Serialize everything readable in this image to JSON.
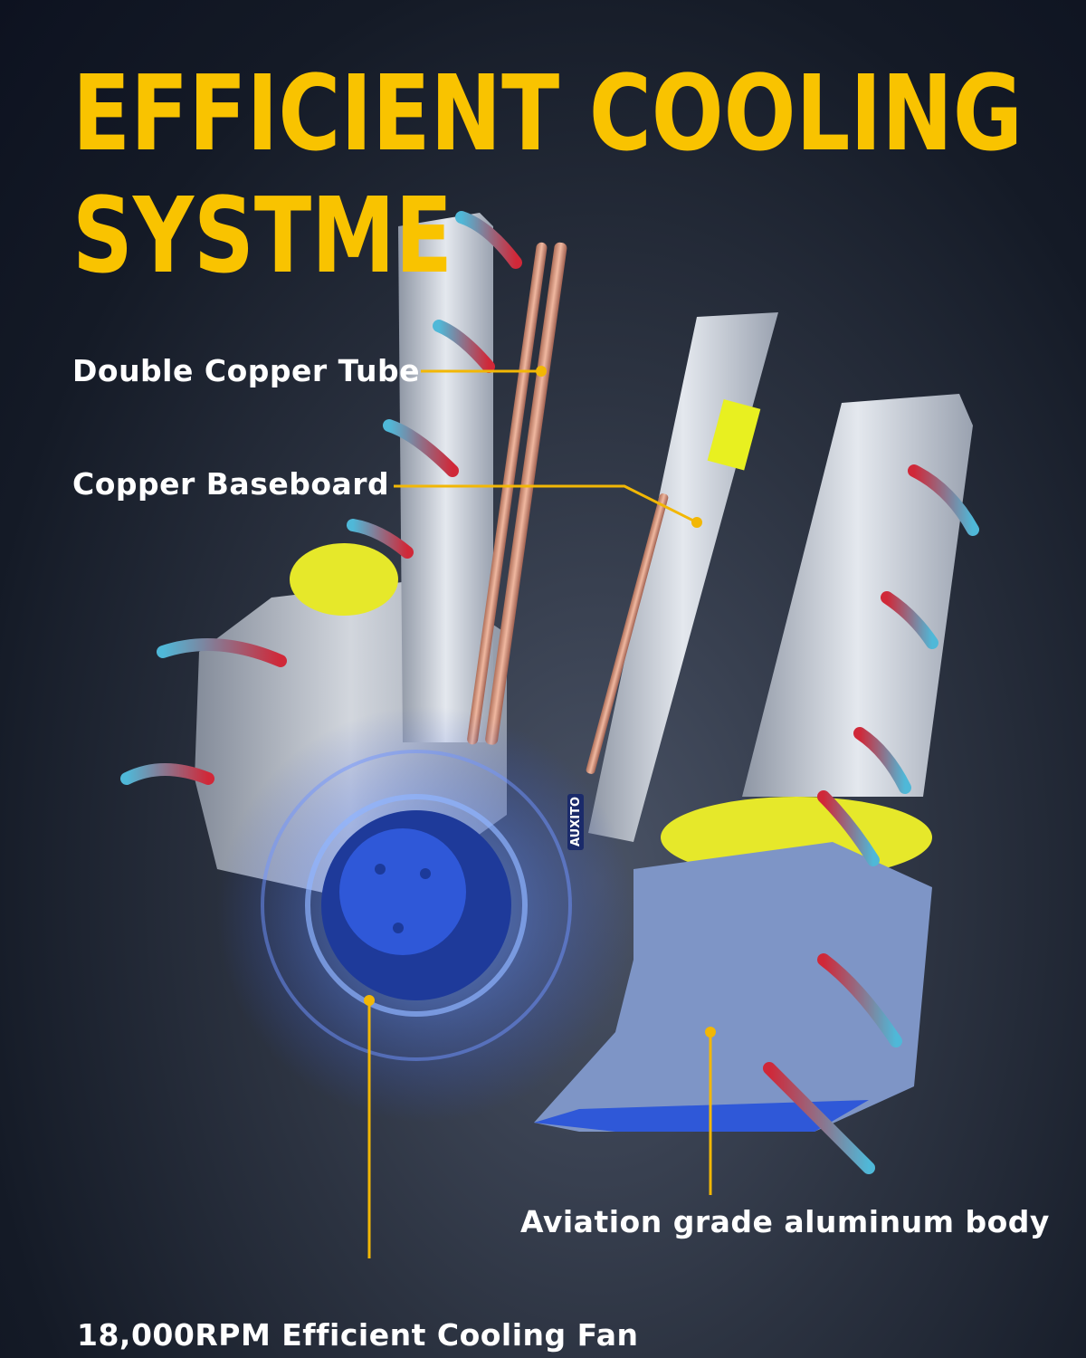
{
  "title": {
    "line1": "EFFICIENT COOLING",
    "line2": "SYSTME"
  },
  "callouts": {
    "copper_tube": "Double Copper Tube",
    "copper_baseboard": "Copper Baseboard",
    "aluminum_body": "Aviation grade aluminum body",
    "cooling_fan": "18,000RPM Efficient Cooling Fan"
  },
  "brand_mark": "AUXITO",
  "colors": {
    "title": "#f9c300",
    "leader": "#f2b705",
    "arrow_hot": "#e0303a",
    "arrow_cool": "#4fb8d8",
    "fan": "#2f58d8"
  }
}
